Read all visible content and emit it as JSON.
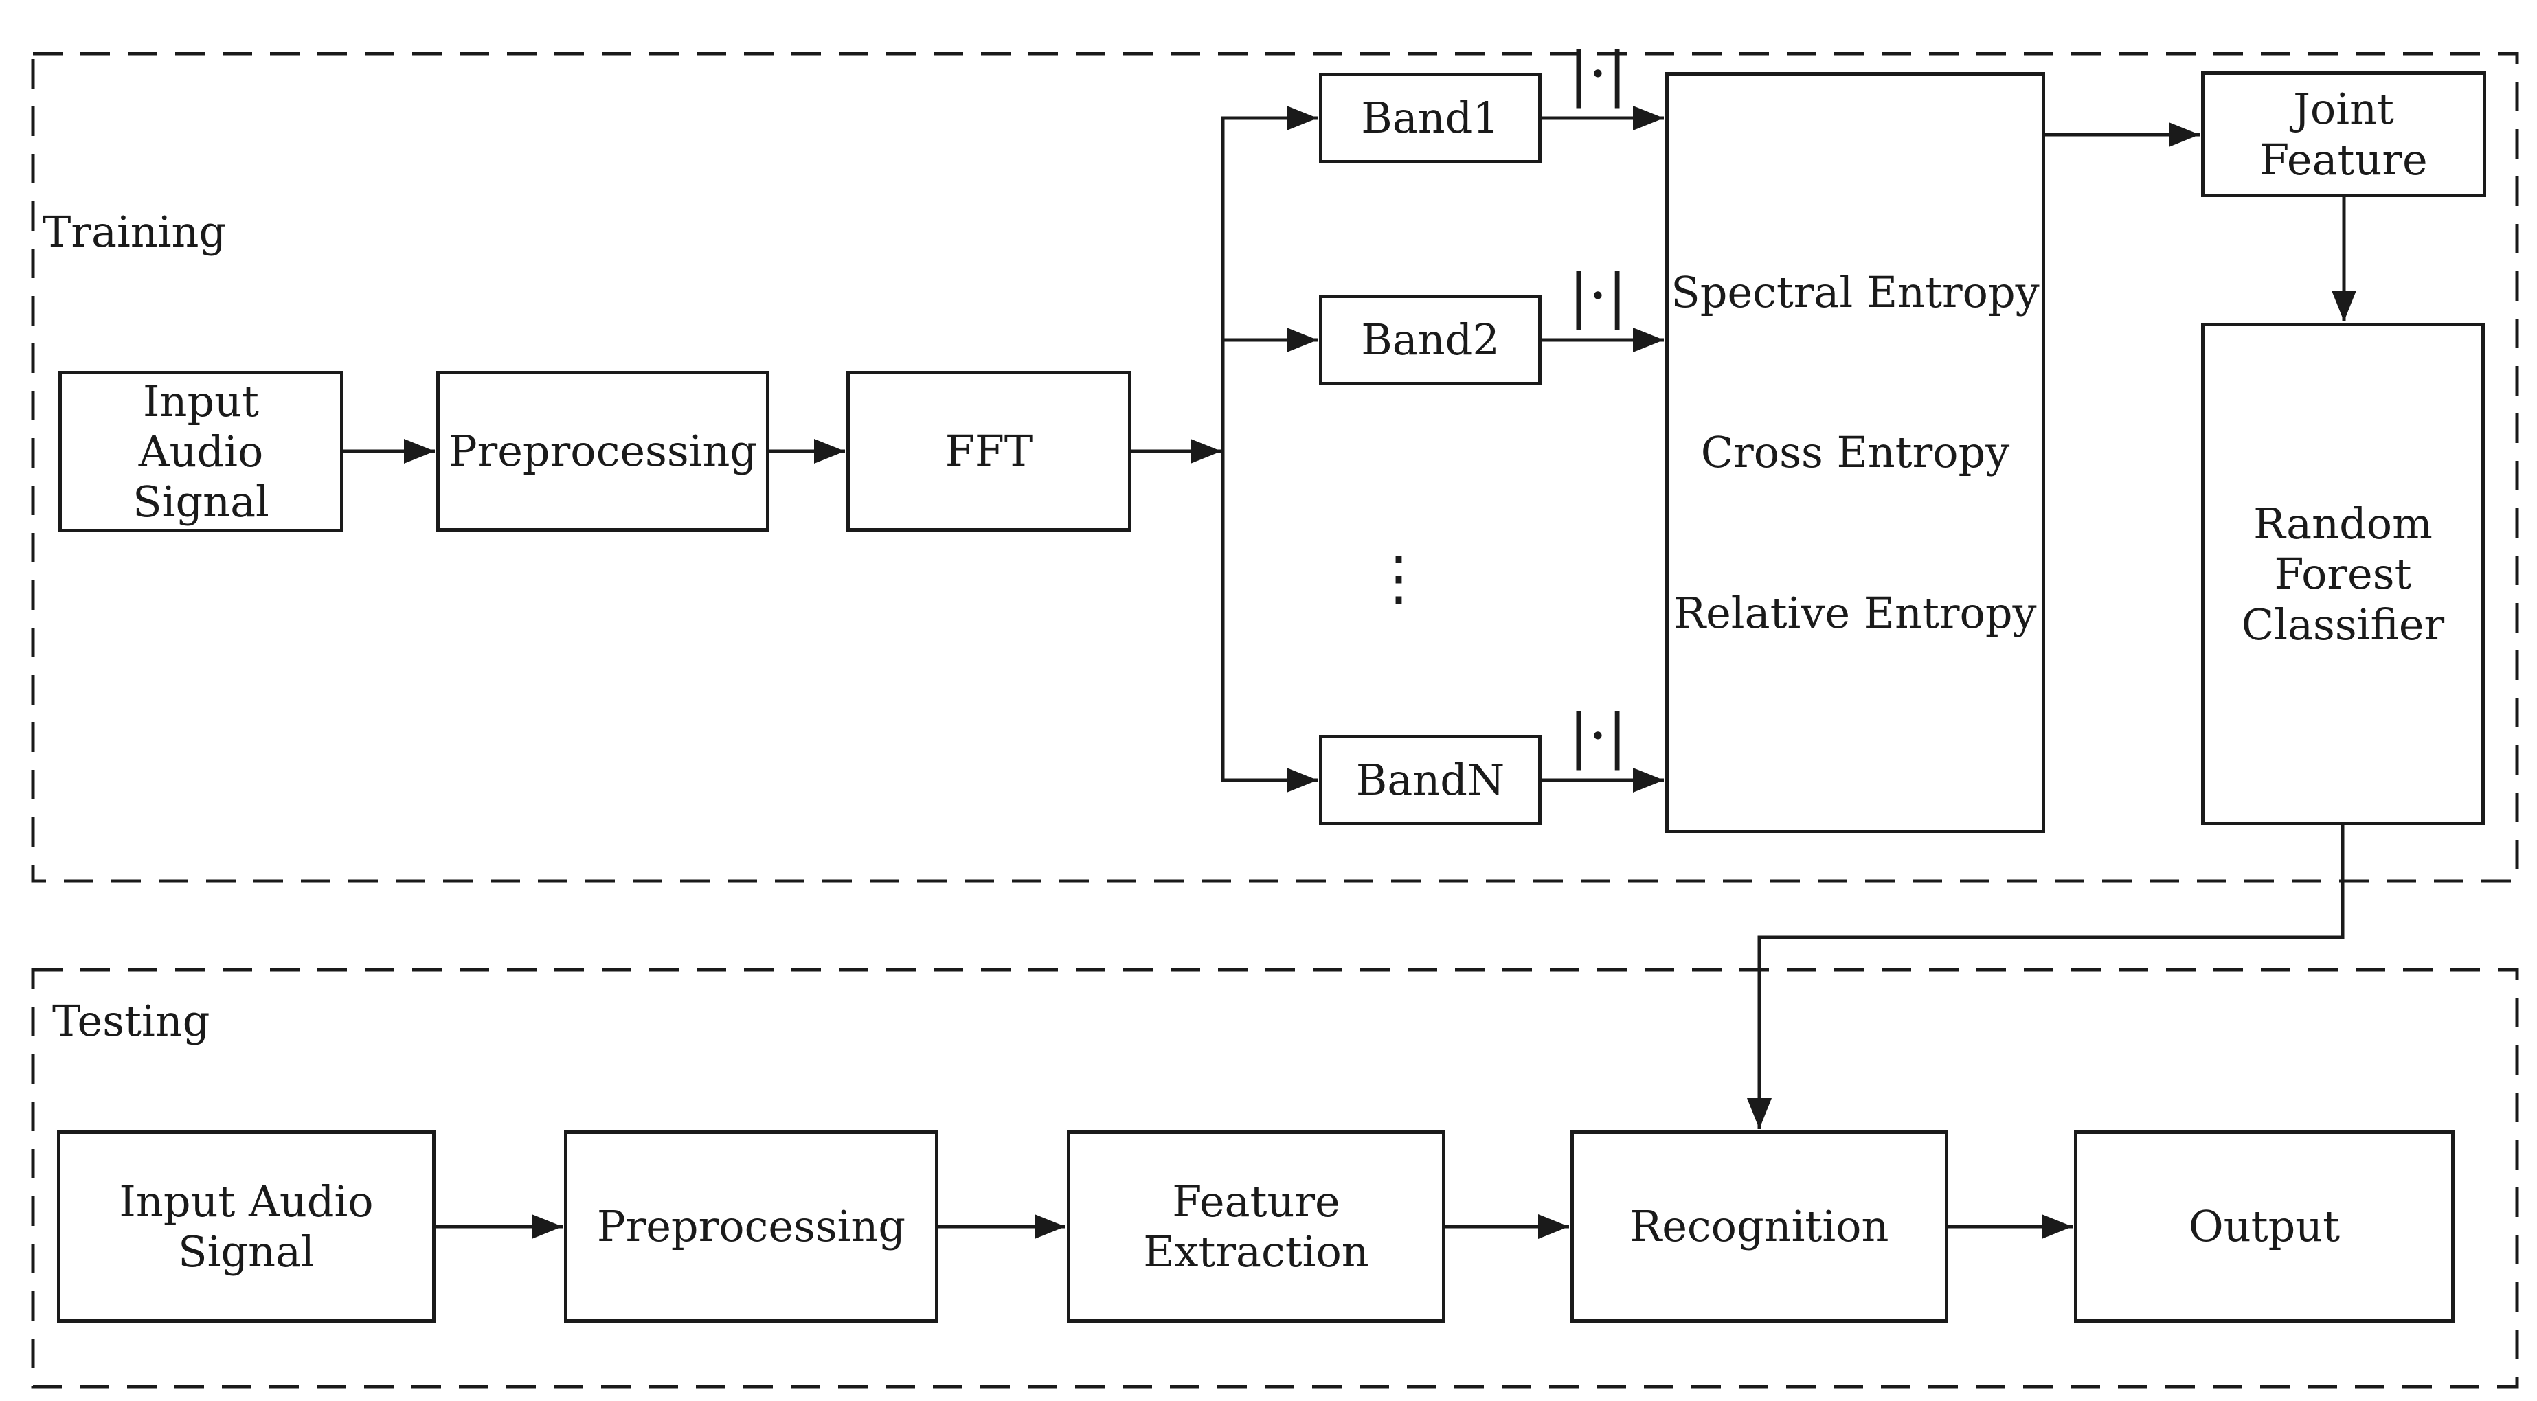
{
  "page": {
    "background": "#ffffff",
    "line_color": "#1a1a1a",
    "text_color": "#1a1a1a"
  },
  "training": {
    "label": "Training",
    "input_signal": "Input\nAudio\nSignal",
    "preprocessing": "Preprocessing",
    "fft": "FFT",
    "band1": "Band1",
    "band2": "Band2",
    "band_n": "BandN",
    "band_ellipsis": "⋮",
    "magnitude_symbol": "|·|",
    "entropy_features": {
      "line1": "Spectral Entropy",
      "line2": "Cross Entropy",
      "line3": "Relative Entropy"
    },
    "joint_feature": "Joint\nFeature",
    "classifier": "Random\nForest\nClassifier"
  },
  "testing": {
    "label": "Testing",
    "input_signal": "Input Audio\nSignal",
    "preprocessing": "Preprocessing",
    "feature_extraction": "Feature\nExtraction",
    "recognition": "Recognition",
    "output": "Output"
  }
}
